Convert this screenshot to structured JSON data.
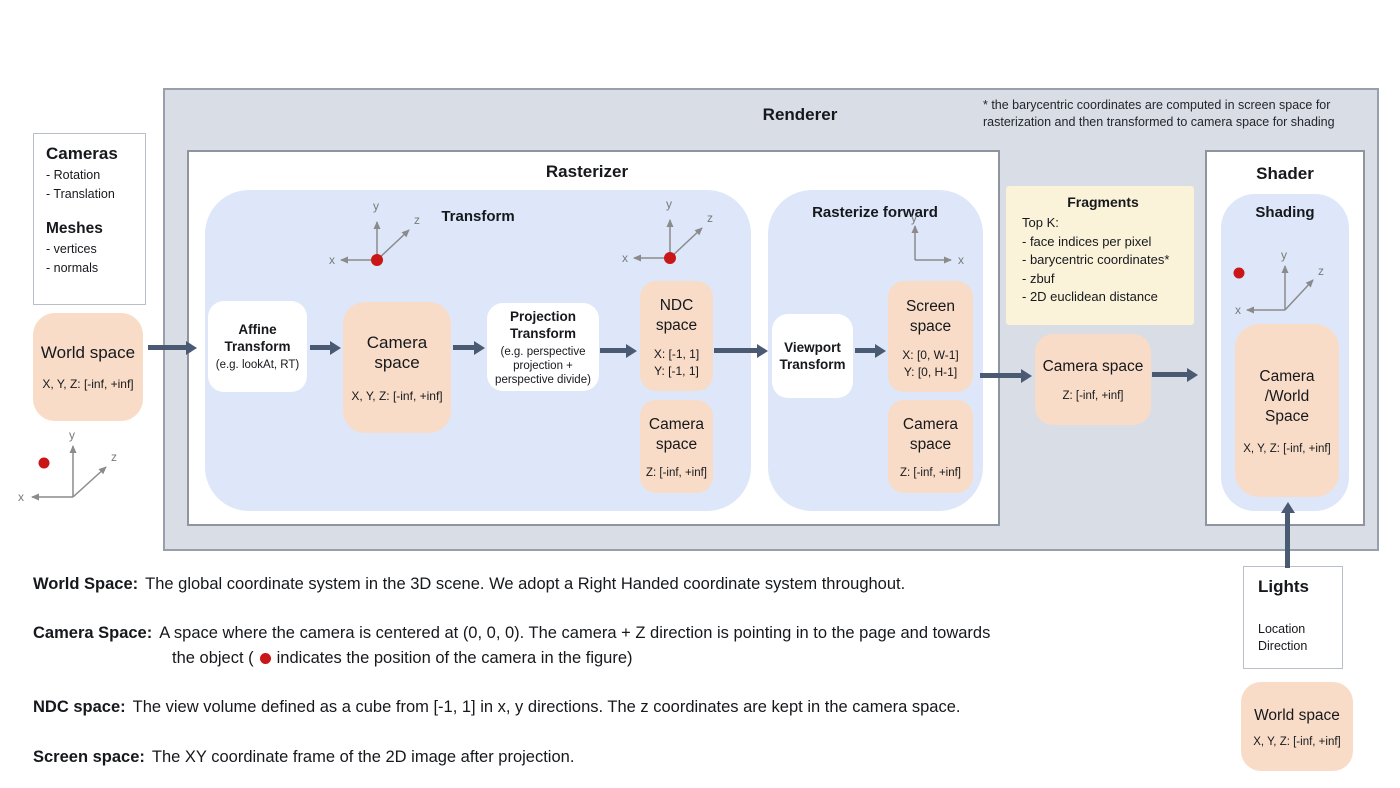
{
  "axes": {
    "x": "x",
    "y": "y",
    "z": "z"
  },
  "cameras_panel": {
    "title": "Cameras",
    "camera_items": [
      "- Rotation",
      "- Translation"
    ],
    "meshes_title": "Meshes",
    "mesh_items": [
      "- vertices",
      "- normals"
    ]
  },
  "world_space_input": {
    "title": "World space",
    "range": "X, Y, Z: [-inf, +inf]"
  },
  "renderer": {
    "title": "Renderer",
    "note_line1": "* the barycentric coordinates are computed in screen space for",
    "note_line2": "rasterization and then transformed to camera space for shading"
  },
  "rasterizer": {
    "title": "Rasterizer",
    "transform": {
      "title": "Transform",
      "affine": {
        "title": "Affine Transform",
        "subtitle": "(e.g. lookAt, RT)"
      },
      "camera_space": {
        "title": "Camera space",
        "range": "X, Y, Z: [-inf, +inf]"
      },
      "projection": {
        "title": "Projection Transform",
        "subtitle": "(e.g. perspective projection + perspective divide)"
      },
      "ndc_space": {
        "title": "NDC space",
        "range_x": "X: [-1, 1]",
        "range_y": "Y: [-1, 1]"
      },
      "camera_space_z": {
        "title": "Camera space",
        "range": "Z: [-inf, +inf]"
      }
    },
    "rasterize_forward": {
      "title": "Rasterize forward",
      "viewport": {
        "title": "Viewport Transform"
      },
      "screen_space": {
        "title": "Screen space",
        "range_x": "X: [0, W-1]",
        "range_y": "Y: [0, H-1]"
      },
      "camera_space_z": {
        "title": "Camera space",
        "range": "Z: [-inf, +inf]"
      }
    }
  },
  "fragments": {
    "title": "Fragments",
    "subtitle": "Top K:",
    "items": [
      "- face indices per pixel",
      "- barycentric coordinates*",
      "- zbuf",
      "- 2D euclidean distance"
    ]
  },
  "camera_space_output": {
    "title": "Camera space",
    "range": "Z: [-inf, +inf]"
  },
  "shader": {
    "title": "Shader",
    "shading_title": "Shading",
    "camera_world_space": {
      "title": "Camera /World Space",
      "range": "X, Y, Z: [-inf, +inf]"
    }
  },
  "lights": {
    "title": "Lights",
    "items": [
      "Location",
      "Direction"
    ]
  },
  "world_space_lights": {
    "title": "World space",
    "range": "X, Y, Z: [-inf, +inf]"
  },
  "definitions": {
    "world": {
      "term": "World Space:",
      "text": "The global coordinate system in the 3D scene. We adopt a Right Handed coordinate system throughout."
    },
    "camera": {
      "term": "Camera Space:",
      "line1": "A space where the camera is centered at (0, 0, 0). The camera + Z direction is pointing in to the page and towards",
      "line2_pre": "the object (",
      "line2_post": "indicates the position of the camera in the figure)"
    },
    "ndc": {
      "term": "NDC space:",
      "text": "The view volume defined as a cube from [-1, 1] in x, y directions. The z coordinates are kept in the camera space."
    },
    "screen": {
      "term": "Screen space:",
      "text": "The XY coordinate frame of the 2D image after projection."
    }
  },
  "colors": {
    "arrow": "#4a5a73",
    "panel": "#d9dde5",
    "blue": "#dde7f9",
    "orange": "#f8dcc7",
    "yellow": "#faf3da",
    "camera_dot": "#c91616"
  }
}
